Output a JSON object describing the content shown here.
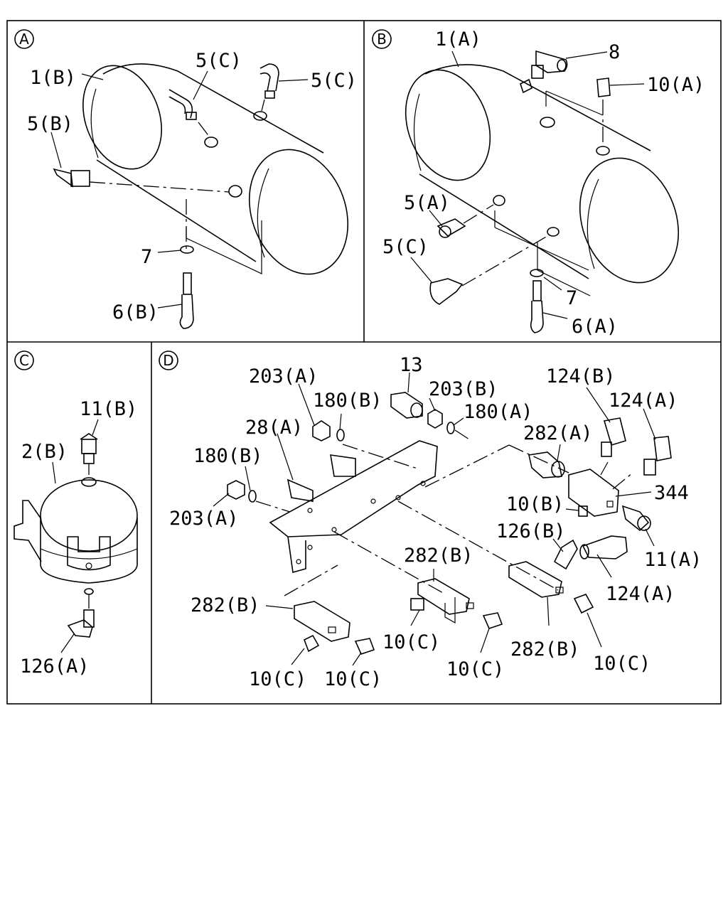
{
  "panels": [
    {
      "badge": "A"
    },
    {
      "badge": "B"
    },
    {
      "badge": "C"
    },
    {
      "badge": "D"
    }
  ],
  "callouts": {
    "a": [
      "1(B)",
      "5(C)",
      "5(C)",
      "5(B)",
      "7",
      "6(B)"
    ],
    "b": [
      "1(A)",
      "8",
      "10(A)",
      "5(A)",
      "5(C)",
      "7",
      "6(A)"
    ],
    "c": [
      "11(B)",
      "2(B)",
      "126(A)"
    ],
    "d": [
      "203(A)",
      "13",
      "203(B)",
      "180(B)",
      "180(A)",
      "28(A)",
      "180(B)",
      "203(A)",
      "124(B)",
      "124(A)",
      "282(A)",
      "344",
      "10(B)",
      "126(B)",
      "11(A)",
      "124(A)",
      "282(B)",
      "282(B)",
      "10(C)",
      "10(C)",
      "10(C)",
      "282(B)",
      "10(C)",
      "10(C)"
    ]
  }
}
